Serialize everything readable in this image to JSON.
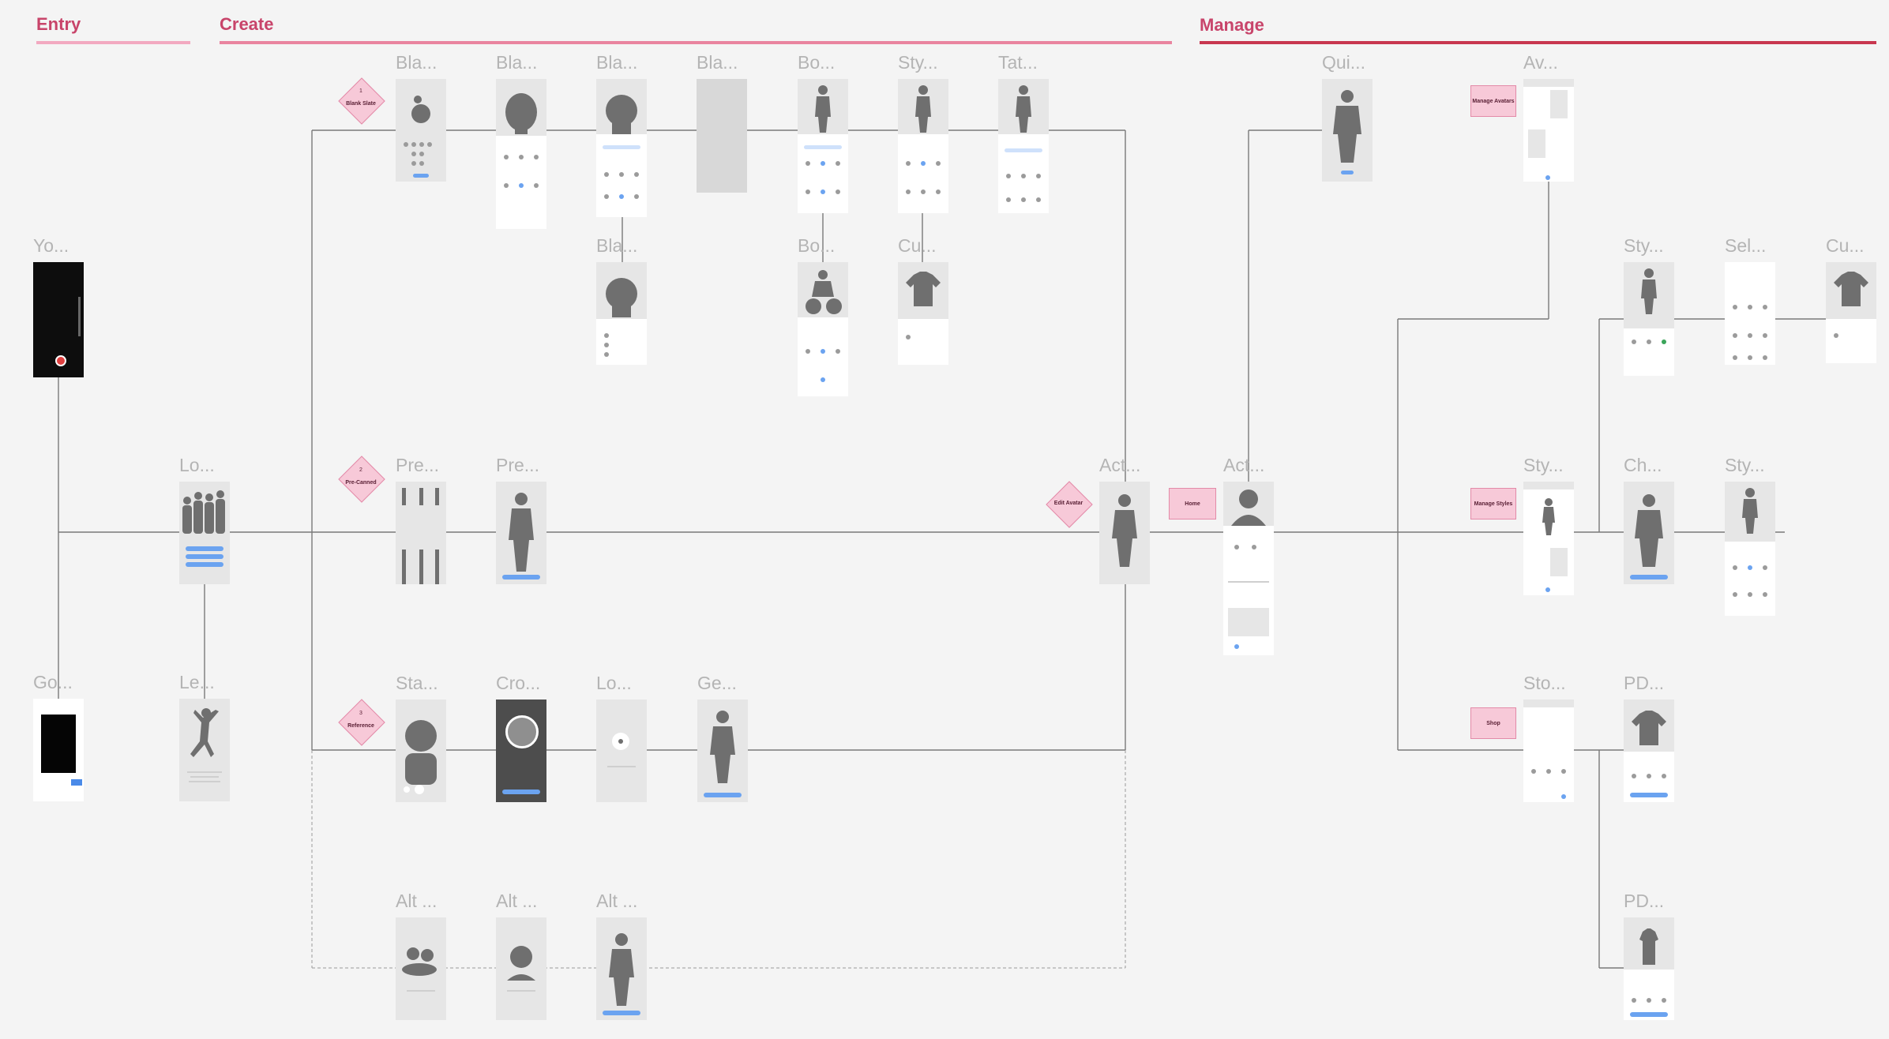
{
  "sections": [
    {
      "label": "Entry",
      "color": "#f2a9c0"
    },
    {
      "label": "Create",
      "color": "#e9849f"
    },
    {
      "label": "Manage",
      "color": "#c8374f"
    }
  ],
  "decisions": [
    {
      "number": "1",
      "label": "Blank Slate"
    },
    {
      "number": "2",
      "label": "Pre-Canned"
    },
    {
      "number": "3",
      "label": "Reference"
    },
    {
      "number": "",
      "label": "Edit Avatar"
    }
  ],
  "notes": [
    "Home",
    "Manage Avatars",
    "Manage Styles",
    "Shop"
  ],
  "frames": {
    "entry_camera": "Yo...",
    "entry_gallery": "Go...",
    "landing": "Lo...",
    "learn": "Le...",
    "blank_1": "Bla...",
    "blank_2": "Bla...",
    "blank_3": "Bla...",
    "blank_4": "Bla...",
    "blank_5": "Bla...",
    "body_1": "Bo...",
    "body_2": "Bo...",
    "style_1": "Sty...",
    "custom_1": "Cu...",
    "tattoo": "Tat...",
    "precanned_1": "Pre...",
    "precanned_2": "Pre...",
    "start": "Sta...",
    "crop": "Cro...",
    "loading": "Lo...",
    "generate": "Ge...",
    "alt_1": "Alt ...",
    "alt_2": "Alt ...",
    "alt_3": "Alt ...",
    "active_1": "Act...",
    "active_2": "Act...",
    "quick": "Qui...",
    "avatars": "Av...",
    "style_manage_1": "Sty...",
    "select": "Sel...",
    "custom_manage": "Cu...",
    "style_manage_2": "Sty...",
    "change": "Ch...",
    "style_manage_3": "Sty...",
    "store": "Sto...",
    "pdp_1": "PD...",
    "pdp_2": "PD..."
  }
}
